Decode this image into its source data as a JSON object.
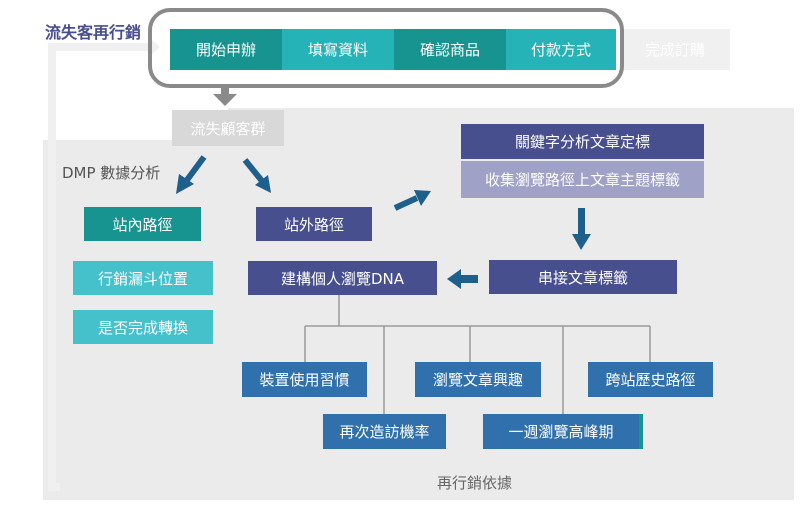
{
  "top_label": "流失客再行銷",
  "funnel": [
    {
      "label": "開始申辦",
      "color": "#17948f"
    },
    {
      "label": "填寫資料",
      "color": "#26b3b8"
    },
    {
      "label": "確認商品",
      "color": "#17948f"
    },
    {
      "label": "付款方式",
      "color": "#26b3b8"
    },
    {
      "label": "完成訂購",
      "color": "#dcdcdc"
    }
  ],
  "lost_group": "流失顧客群",
  "dmp_label": "DMP 數據分析",
  "left": {
    "onsite_path": "站內路徑",
    "funnel_position": "行銷漏斗位置",
    "conversion_done": "是否完成轉換"
  },
  "right": {
    "offsite_path": "站外路徑",
    "keyword_analysis": "關鍵字分析文章定標",
    "topic_tags": "收集瀏覽路徑上文章主題標籤",
    "link_tags": "串接文章標籤",
    "build_dna": "建構個人瀏覽DNA"
  },
  "features": {
    "device": "裝置使用習慣",
    "interest": "瀏覽文章興趣",
    "cross_site": "跨站歷史路徑",
    "revisit": "再次造訪機率",
    "peak": "一週瀏覽高峰期"
  },
  "bottom_label": "再行銷依據",
  "colors": {
    "teal_dark": "#17948f",
    "teal_light": "#45c1cc",
    "navy": "#474f8e",
    "lavender": "#9fa1c7",
    "steel": "#2f70ad",
    "arrow": "#1f5f8c",
    "panel": "#ebebeb",
    "grey_box": "#d8d8d8"
  }
}
